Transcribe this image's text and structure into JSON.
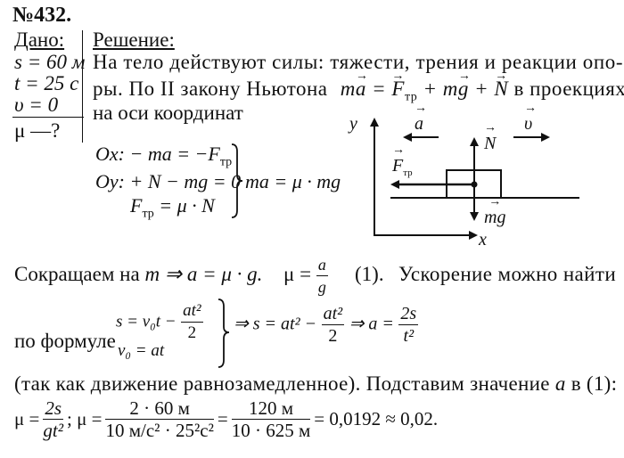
{
  "problem": {
    "number": "№432.",
    "given": {
      "title": "Дано:",
      "items": [
        "s = 60 м",
        "t = 25 с",
        "υ = 0"
      ],
      "find": "μ —?"
    },
    "solution": {
      "title": "Решение:",
      "line1": "На тело действуют силы: тяжести, трения и реакции опо-",
      "line2_text": "ры. По II закону Ньютона",
      "line2_formula": "ma⃗ = F⃗тр + mg⃗ + N⃗",
      "line2_tail": "в проекциях",
      "line3": "на оси координат",
      "system": {
        "ox": "Ox: − ma = −F",
        "ox_sub": "тр",
        "oy": "Oy: + N − mg = 0",
        "ftr": "F",
        "ftr_sub": "тр",
        "ftr_rhs": " = μ · N",
        "result": "ma = μ · mg"
      },
      "reduce_text": "Сокращаем на",
      "reduce_formula": "m ⇒ a = μ · g.",
      "mu_lhs": "μ =",
      "mu_num": "a",
      "mu_den": "g",
      "eq_ref": "(1).",
      "reduce_tail": "Ускорение можно найти",
      "formula_label": "по формуле",
      "kin1_lhs": "s = v₀t −",
      "kin1_num": "at²",
      "kin1_den": "2",
      "kin2": "v₀ = at",
      "derive1": "⇒ s = at² −",
      "derive_num": "at²",
      "derive_den": "2",
      "derive2": "⇒ a =",
      "a_num": "2s",
      "a_den": "t²",
      "note": "(так как движение равнозамедленное). Подставим значение",
      "note_var": "a",
      "note_tail": "в (1):",
      "final": {
        "mu1": "μ =",
        "f1_num": "2s",
        "f1_den": "gt²",
        "mu2": "; μ =",
        "f2_num": "2 · 60 м",
        "f2_den": "10 м/с² · 25²с²",
        "eq": "=",
        "f3_num": "120 м",
        "f3_den": "10 · 625 м",
        "result": "= 0,0192 ≈ 0,02."
      }
    },
    "diagram": {
      "y_label": "y",
      "x_label": "x",
      "a_label": "a",
      "v_label": "υ",
      "N_label": "N",
      "F_label": "F",
      "F_sub": "тр",
      "mg_label": "mg"
    }
  }
}
